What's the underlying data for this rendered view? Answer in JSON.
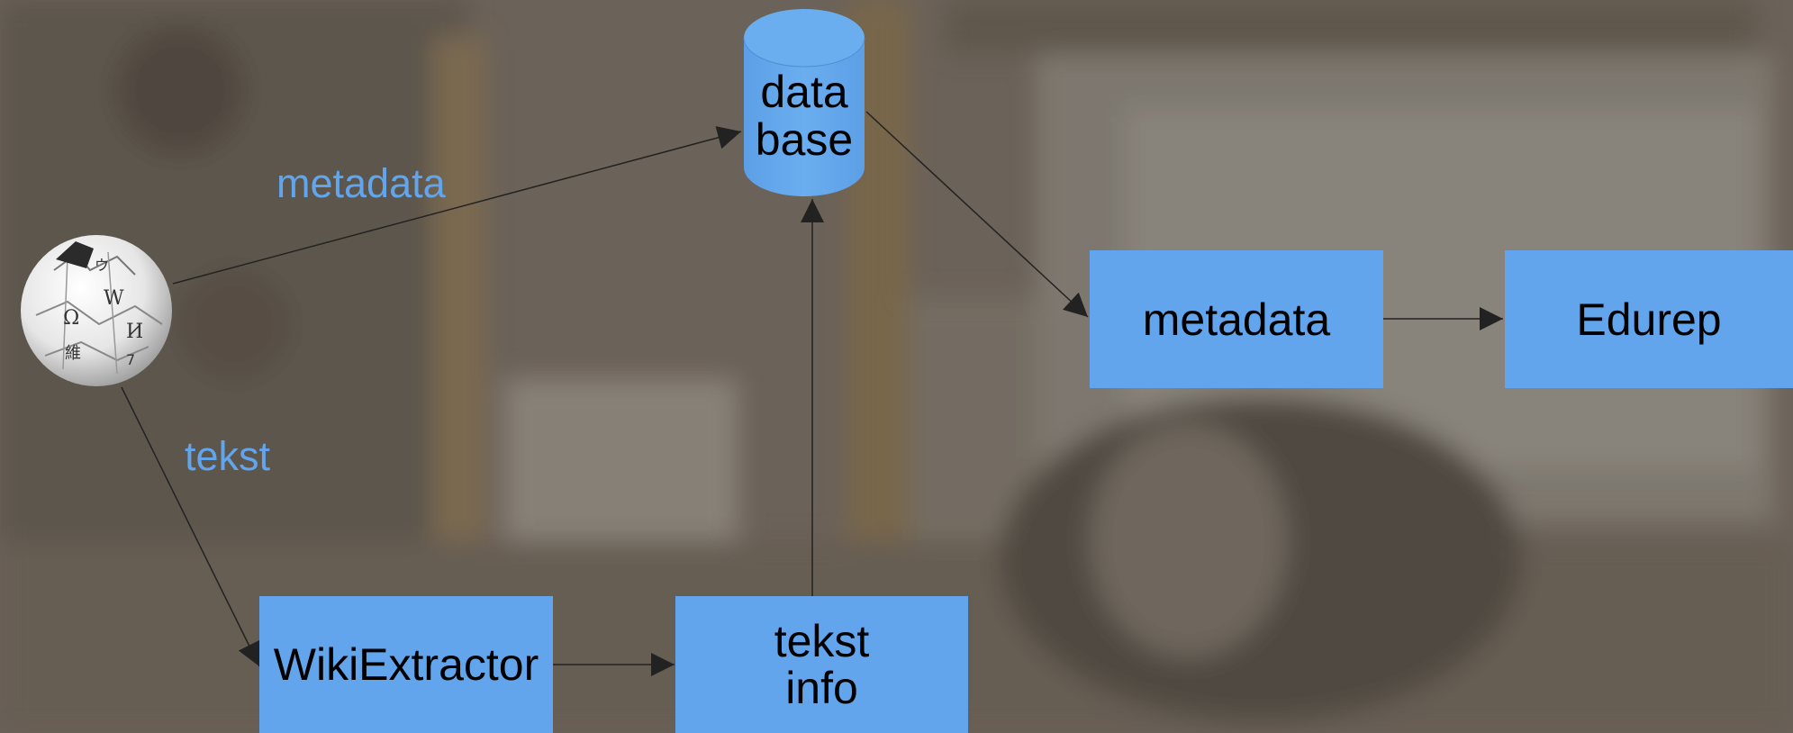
{
  "diagram": {
    "nodes": {
      "database": {
        "label_line1": "data",
        "label_line2": "base"
      },
      "metadata": {
        "label": "metadata"
      },
      "edurep": {
        "label": "Edurep"
      },
      "wikiextractor": {
        "label": "WikiExtractor"
      },
      "tekst_info": {
        "label_line1": "tekst",
        "label_line2": "info"
      },
      "wikipedia": {
        "icon": "wikipedia-globe-icon"
      }
    },
    "edge_labels": {
      "metadata": "metadata",
      "tekst": "tekst"
    },
    "colors": {
      "box": "#62a5ec",
      "label": "#62a5ec",
      "arrow": "#222222"
    }
  }
}
